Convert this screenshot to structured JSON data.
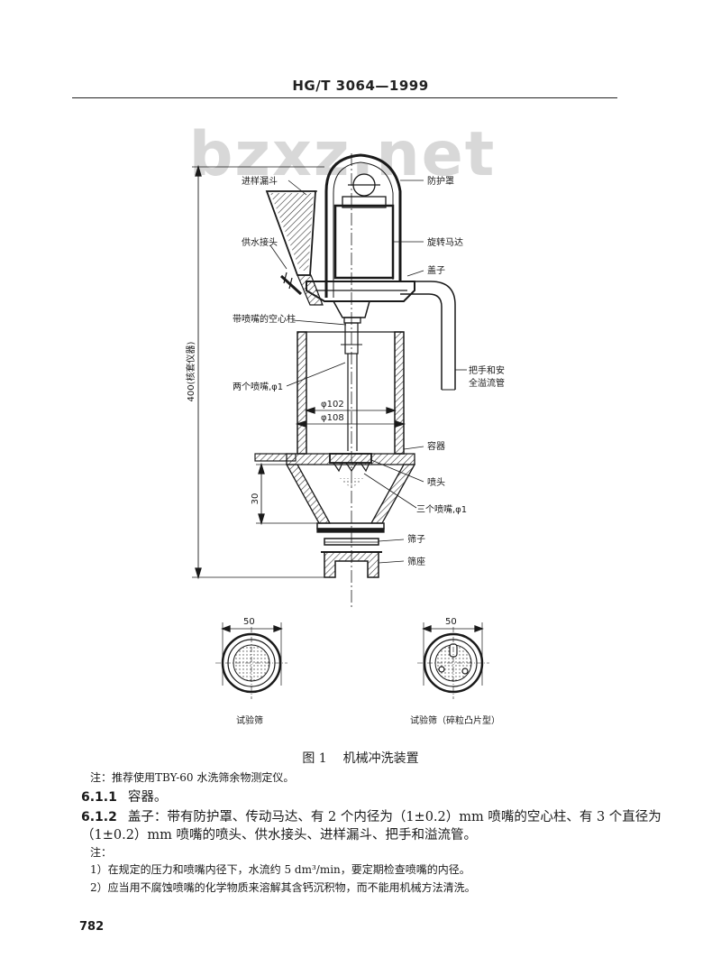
{
  "header": {
    "standard": "HG/T 3064—1999"
  },
  "watermark": "bzxz.net",
  "figure": {
    "labels": {
      "protective_cover": "防护罩",
      "sample_funnel": "进样漏斗",
      "rotating_motor": "旋转马达",
      "water_joint": "供水接头",
      "lid": "盖子",
      "hollow_column": "带喷嘴的空心柱",
      "height_note": "400(核套仪器)",
      "handle_overflow_1": "把手和安",
      "handle_overflow_2": "全溢流管",
      "two_nozzles": "两个喷嘴,φ1",
      "dia_inner": "φ102",
      "dia_outer": "φ108",
      "container": "容器",
      "spray_head": "喷头",
      "dim_30": "30",
      "three_nozzles": "三个喷嘴,φ1",
      "sieve": "筛子",
      "sieve_seat": "筛座",
      "dim_50_left": "50",
      "dim_50_right": "50",
      "test_sieve": "试验筛",
      "test_sieve_alt": "试验筛（碎粒凸片型）"
    },
    "caption_number": "图 1",
    "caption_text": "机械冲洗装置"
  },
  "note_main": "注：推荐使用TBY-60 水洗筛余物测定仪。",
  "sections": [
    {
      "num": "6.1.1",
      "text": "容器。"
    },
    {
      "num": "6.1.2",
      "text": "盖子：带有防护罩、传动马达、有 2 个内径为（1±0.2）mm 喷嘴的空心柱、有 3 个直径为"
    }
  ],
  "section_cont": "（1±0.2）mm 喷嘴的喷头、供水接头、进样漏斗、把手和溢流管。",
  "notes": {
    "heading": "注：",
    "items": [
      "1）在规定的压力和喷嘴内径下，水流约 5 dm³/min，要定期检查喷嘴的内径。",
      "2）应当用不腐蚀喷嘴的化学物质来溶解其含钙沉积物，而不能用机械方法清洗。"
    ]
  },
  "page_number": "782"
}
